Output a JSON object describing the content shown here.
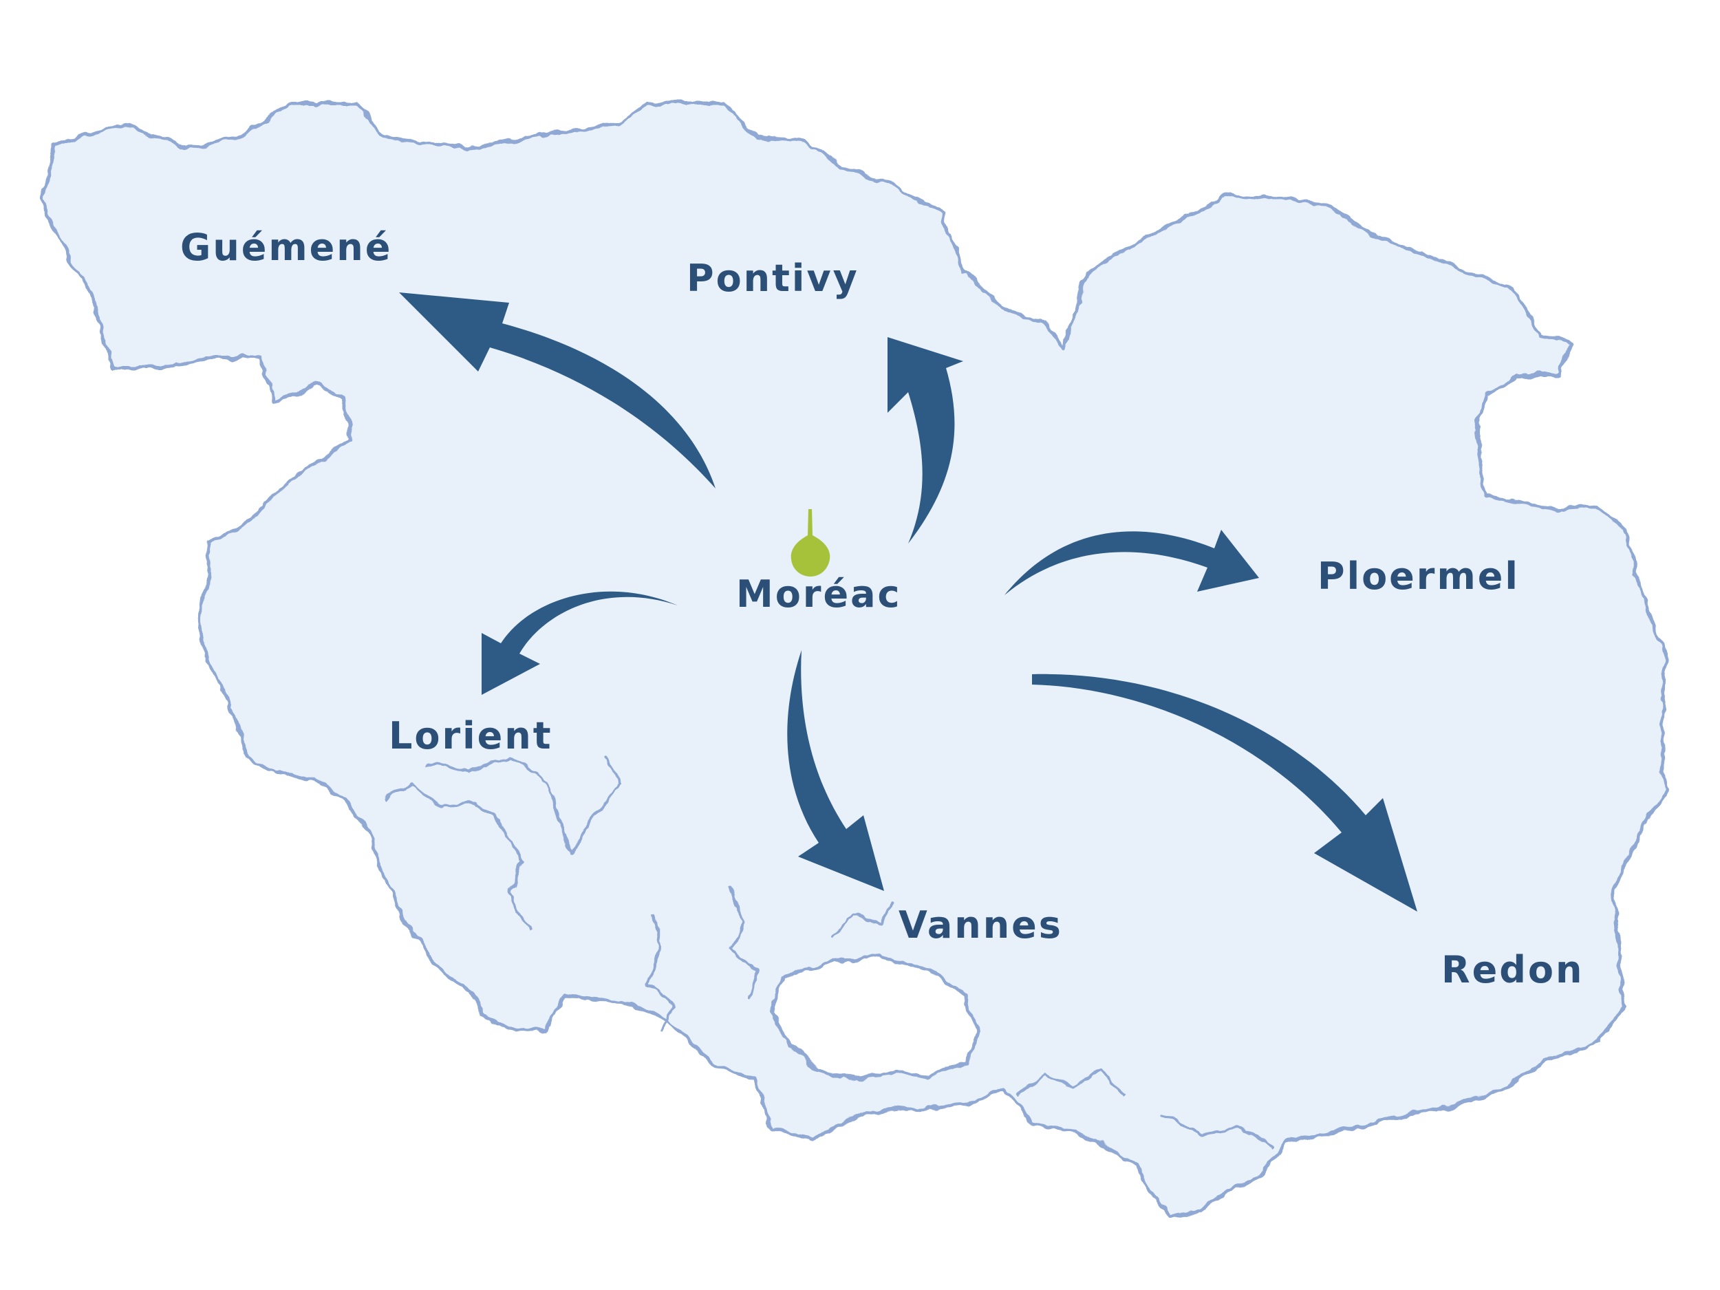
{
  "map": {
    "colors": {
      "land": "#e8f0f9",
      "coast": "#8fa8d4",
      "arrow": "#2e5a86",
      "label": "#2c4f78",
      "marker": "#a6c23a",
      "background": "#ffffff"
    },
    "center": {
      "name": "Moréac",
      "icon": "location-pin-icon"
    },
    "destinations": [
      {
        "name": "Guémené"
      },
      {
        "name": "Pontivy"
      },
      {
        "name": "Ploermel"
      },
      {
        "name": "Lorient"
      },
      {
        "name": "Vannes"
      },
      {
        "name": "Redon"
      }
    ]
  }
}
